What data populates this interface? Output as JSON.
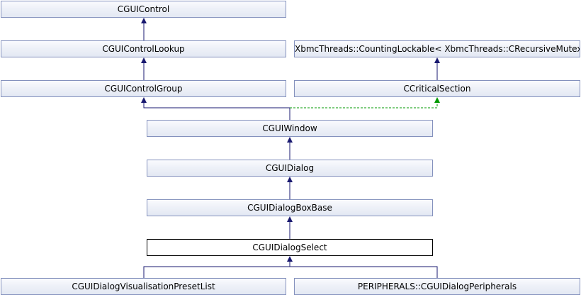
{
  "colors": {
    "inheritance_edge": "#191970",
    "template_edge": "#009900",
    "node_border": "#8491bd",
    "current_border": "#000000"
  },
  "nodes": {
    "cguicontrol": "CGUIControl",
    "cguicontrollookup": "CGUIControlLookup",
    "counting_lockable": "XbmcThreads::CountingLockable< XbmcThreads::CRecursiveMutex >",
    "cguicontrolgroup": "CGUIControlGroup",
    "ccriticalsection": "CCriticalSection",
    "cguiwindow": "CGUIWindow",
    "cguidialog": "CGUIDialog",
    "cguidialogboxbase": "CGUIDialogBoxBase",
    "cguidialogselect": "CGUIDialogSelect",
    "cguidialogvisualisationpresetlist": "CGUIDialogVisualisationPresetList",
    "peripherals_cguidialogperipherals": "PERIPHERALS::CGUIDialogPeripherals"
  }
}
